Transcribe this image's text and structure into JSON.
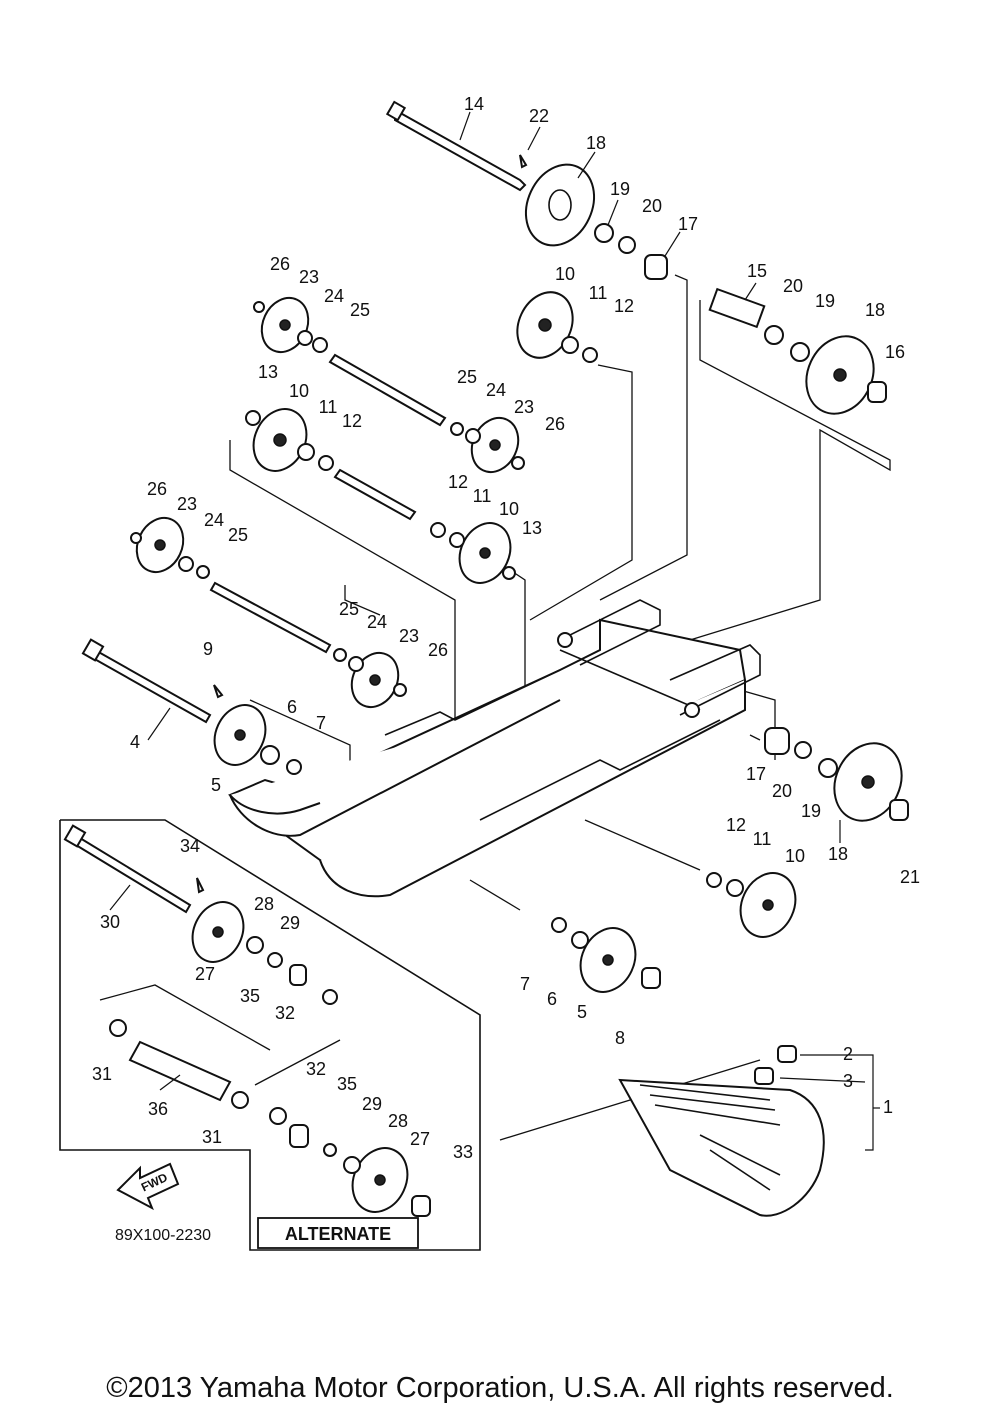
{
  "diagram_code": "89X100-2230",
  "alternate_label": "ALTERNATE",
  "fwd_label": "FWD",
  "copyright": "©2013 Yamaha Motor Corporation, U.S.A. All rights reserved.",
  "callouts": [
    "14",
    "22",
    "18",
    "19",
    "20",
    "17",
    "15",
    "20",
    "19",
    "18",
    "16",
    "26",
    "23",
    "24",
    "25",
    "10",
    "11",
    "12",
    "13",
    "10",
    "11",
    "12",
    "25",
    "24",
    "23",
    "26",
    "26",
    "23",
    "24",
    "25",
    "12",
    "11",
    "10",
    "13",
    "25",
    "24",
    "23",
    "26",
    "9",
    "4",
    "6",
    "7",
    "5",
    "17",
    "20",
    "19",
    "18",
    "21",
    "12",
    "11",
    "10",
    "7",
    "6",
    "5",
    "8",
    "34",
    "30",
    "28",
    "29",
    "27",
    "35",
    "32",
    "31",
    "36",
    "31",
    "32",
    "35",
    "29",
    "28",
    "27",
    "33",
    "2",
    "3",
    "1"
  ]
}
